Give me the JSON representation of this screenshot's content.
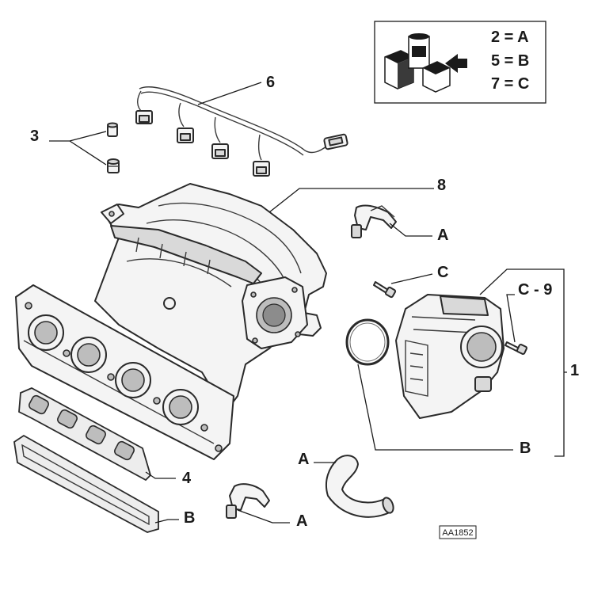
{
  "legend": {
    "lines": [
      "2 = A",
      "5 = B",
      "7 = C"
    ]
  },
  "callouts": {
    "c1": "1",
    "c3": "3",
    "c4": "4",
    "c6": "6",
    "c8": "8",
    "a_upper": "A",
    "a_hose": "A",
    "a_lower": "A",
    "b_throttle": "B",
    "b_gasket": "B",
    "c_screw": "C",
    "c9_screw": "C - 9"
  },
  "reference_code": "AA1852",
  "colors": {
    "line": "#1a1a1a",
    "part_fill": "#f4f4f4",
    "background": "#ffffff"
  }
}
